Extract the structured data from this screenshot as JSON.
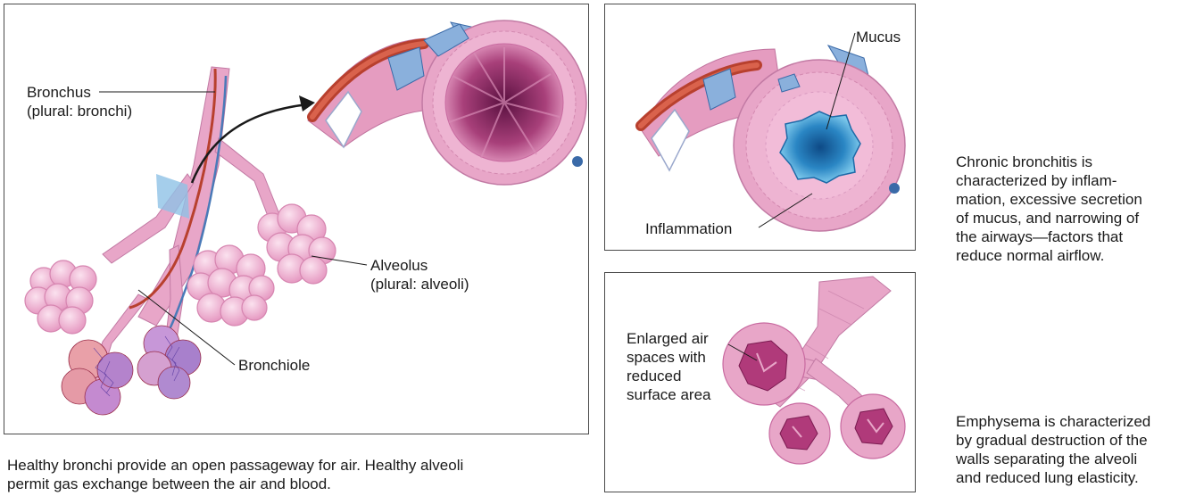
{
  "healthy": {
    "labels": {
      "bronchus": "Bronchus\n(plural: bronchi)",
      "alveolus": "Alveolus\n(plural: alveoli)",
      "bronchiole": "Bronchiole"
    },
    "caption": "Healthy bronchi provide an open passageway for air. Healthy alveoli\npermit gas exchange between the air and blood."
  },
  "bronchitis": {
    "labels": {
      "mucus": "Mucus",
      "inflammation": "Inflammation"
    },
    "caption": "Chronic bronchitis is\ncharacterized by inflam-\nmation, excessive secretion\nof mucus, and narrowing of\nthe airways—factors that\nreduce normal airflow."
  },
  "emphysema": {
    "labels": {
      "enlarged": "Enlarged air\nspaces with\nreduced\nsurface area"
    },
    "caption": "Emphysema is characterized\nby gradual destruction of the\nwalls separating the alveoli\nand reduced lung elasticity."
  },
  "colors": {
    "tissue": "#e8a6c8",
    "tissue_dark": "#c86aa0",
    "artery": "#b8402e",
    "vein": "#4a7ab8",
    "mucus": "#4aa6d8",
    "frame": "#4a4a4a"
  }
}
